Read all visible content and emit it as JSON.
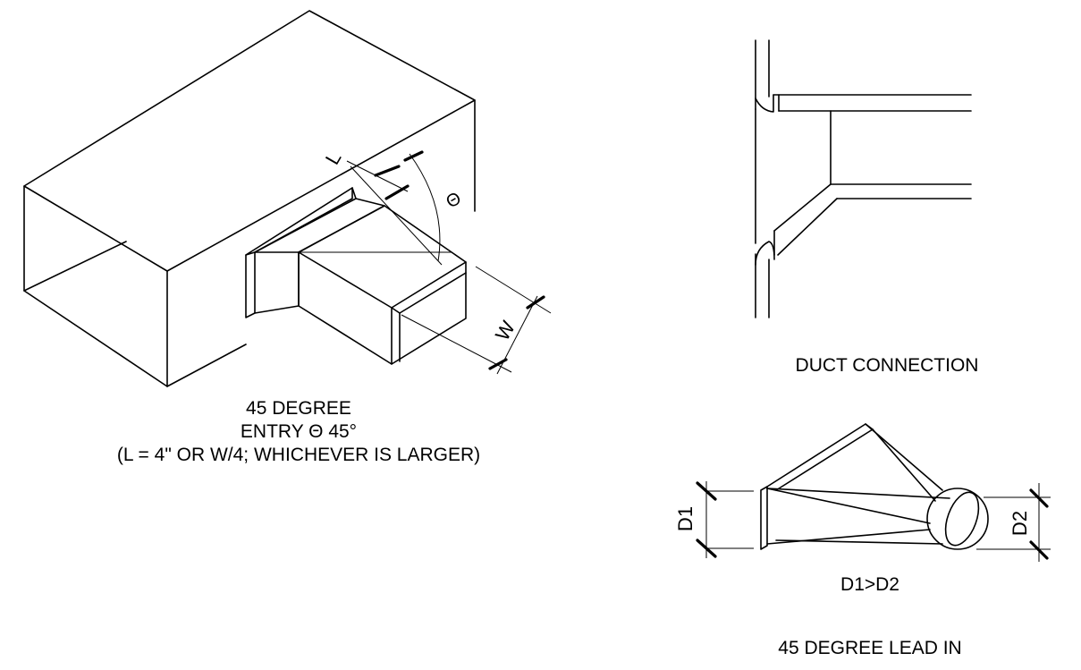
{
  "left_detail": {
    "caption_line1": "45 DEGREE",
    "caption_line2": "ENTRY Θ 45°",
    "caption_line3": "(L = 4\" OR W/4; WHICHEVER IS LARGER)",
    "dim_l": "L",
    "dim_w": "W",
    "dim_theta": "Θ"
  },
  "right_top_detail": {
    "caption": "DUCT CONNECTION"
  },
  "right_bottom_detail": {
    "dim_d1": "D1",
    "dim_d2": "D2",
    "relation": "D1>D2",
    "caption": "45 DEGREE LEAD IN"
  }
}
